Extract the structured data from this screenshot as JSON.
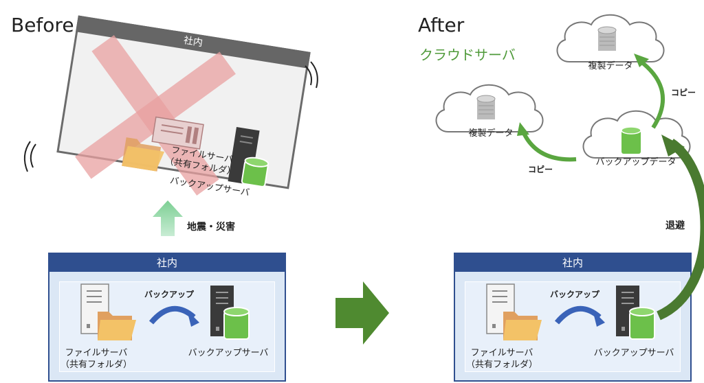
{
  "before": {
    "title": "Before",
    "tilted_office": {
      "header": "社内",
      "file_server_line1": "ファイルサーバ",
      "file_server_line2": "（共有フォルダ）",
      "backup_server": "バックアップサーバ"
    },
    "disaster_label": "地震・災害",
    "office": {
      "header": "社内",
      "backup_arrow_label": "バックアップ",
      "file_server_line1": "ファイルサーバ",
      "file_server_line2": "（共有フォルダ）",
      "backup_server": "バックアップサーバ"
    }
  },
  "after": {
    "title": "After",
    "cloud_server_label": "クラウドサーバ",
    "clouds": {
      "top_replica": "複製データ",
      "left_replica": "複製データ",
      "backup_data": "バックアップデータ"
    },
    "copy_label_right": "コピー",
    "copy_label_left": "コピー",
    "evacuate_label": "退避",
    "office": {
      "header": "社内",
      "backup_arrow_label": "バックアップ",
      "file_server_line1": "ファイルサーバ",
      "file_server_line2": "（共有フォルダ）",
      "backup_server": "バックアップサーバ"
    }
  },
  "colors": {
    "navy": "#2f4f8f",
    "panel_fill": "#dbe7f5",
    "green_accent": "#5aa640",
    "dark_green_arrow": "#4a7a30",
    "blue_arrow": "#3a63b8",
    "red_x": "#e8a0a0",
    "folder": "#f3c267"
  }
}
